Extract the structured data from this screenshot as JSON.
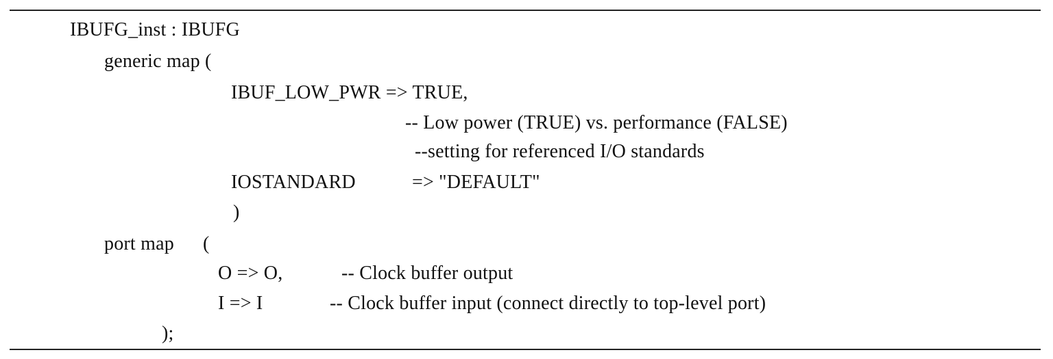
{
  "code": {
    "l1": "IBUFG_inst : IBUFG",
    "l2": "generic map (",
    "l3": "IBUF_LOW_PWR => TRUE,",
    "l4": "-- Low power (TRUE) vs. performance (FALSE)",
    "l5": "--setting for referenced I/O standards",
    "l6a": "IOSTANDARD",
    "l6b": "=> \"DEFAULT\"",
    "l7": ")",
    "l8a": "port map",
    "l8b": "(",
    "l9a": "O => O,",
    "l9b": "-- Clock buffer output",
    "l10a": "I => I",
    "l10b": "-- Clock buffer input (connect directly to top-level port)",
    "l11": ");"
  }
}
